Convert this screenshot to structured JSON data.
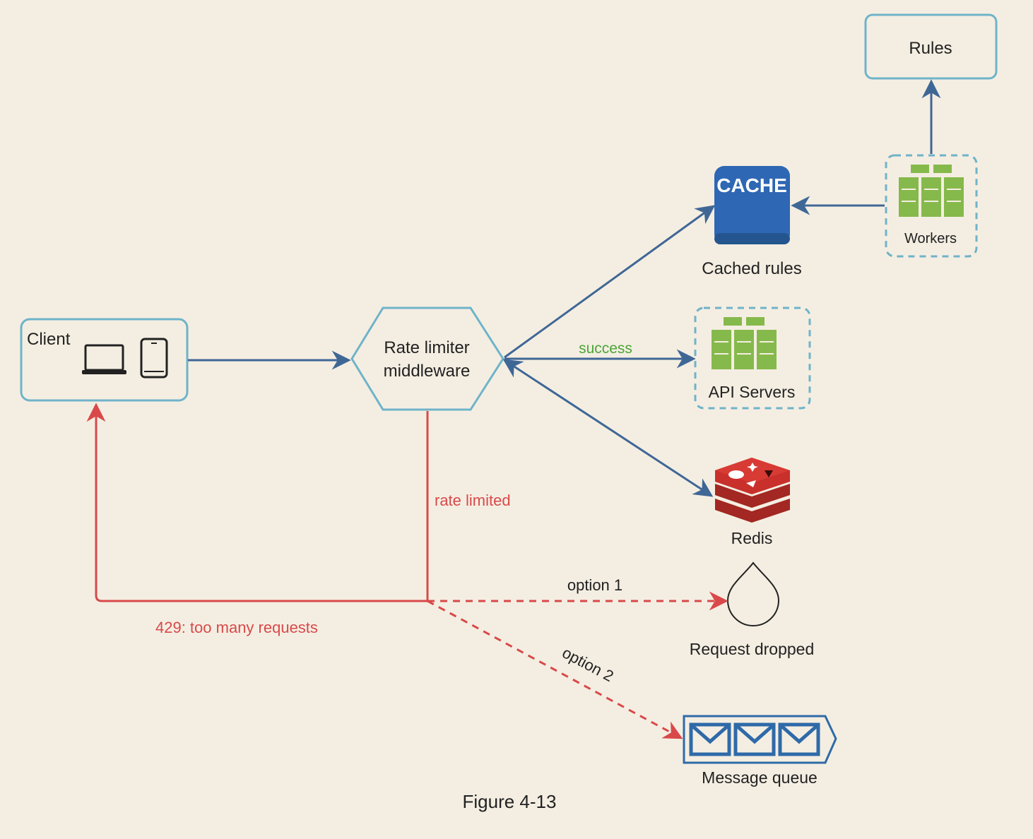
{
  "nodes": {
    "rules": "Rules",
    "cache_text": "CACHE",
    "cache_caption": "Cached rules",
    "workers": "Workers",
    "client": "Client",
    "rate_limiter_line1": "Rate limiter",
    "rate_limiter_line2": "middleware",
    "api_servers": "API Servers",
    "redis": "Redis",
    "request_dropped": "Request dropped",
    "message_queue": "Message queue"
  },
  "edges": {
    "success": "success",
    "rate_limited": "rate limited",
    "too_many": "429: too many requests",
    "option1": "option 1",
    "option2": "option 2"
  },
  "caption": "Figure 4-13",
  "colors": {
    "background": "#f4eee2",
    "box_stroke": "#6fb3c9",
    "blue_arrow": "#3f6796",
    "red_arrow": "#d9494a",
    "green_text": "#4aa537",
    "server_green": "#86b94b",
    "cache_blue": "#2e67b3",
    "redis_red": "#c9302c",
    "queue_blue": "#2f6aa8"
  }
}
